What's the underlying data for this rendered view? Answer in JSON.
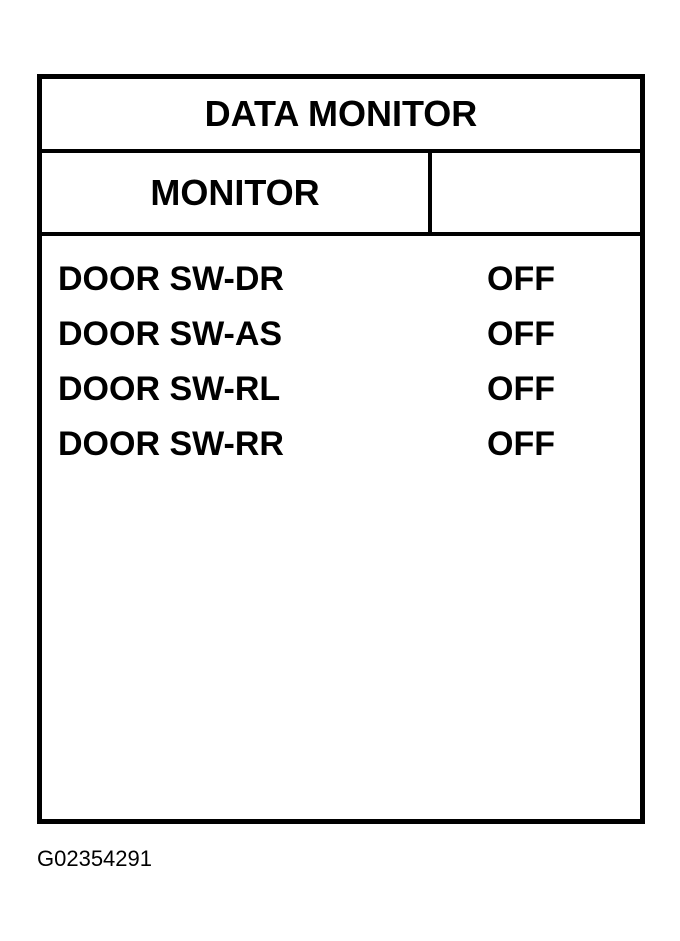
{
  "screen": {
    "title": "DATA MONITOR",
    "header": {
      "monitor_label": "MONITOR",
      "value_label": ""
    },
    "rows": [
      {
        "label": "DOOR SW-DR",
        "value": "OFF"
      },
      {
        "label": "DOOR SW-AS",
        "value": "OFF"
      },
      {
        "label": "DOOR SW-RL",
        "value": "OFF"
      },
      {
        "label": "DOOR SW-RR",
        "value": "OFF"
      }
    ]
  },
  "figure_id": "G02354291",
  "colors": {
    "border": "#000000",
    "background": "#ffffff",
    "text": "#000000"
  }
}
